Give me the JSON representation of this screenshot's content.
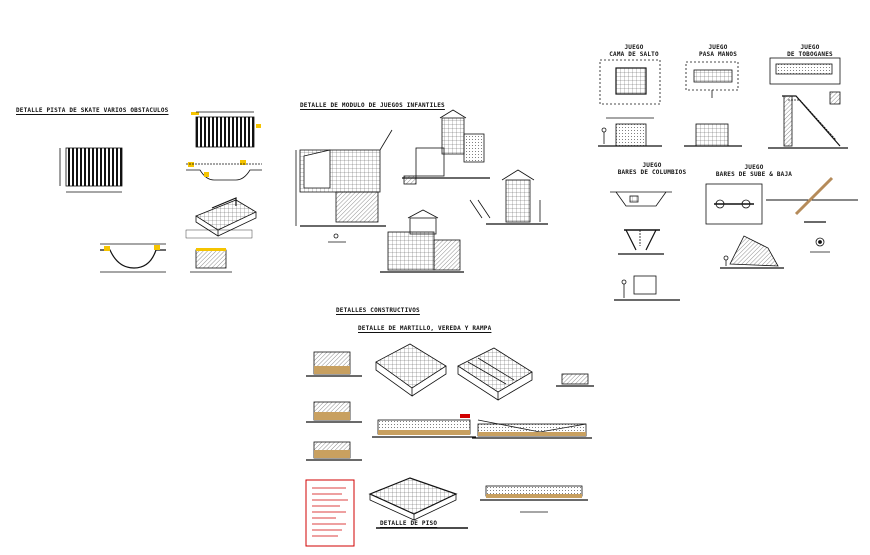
{
  "labels": {
    "pista_title": "DETALLE PISTA DE SKATE VARIOS OBSTACULOS",
    "modulo_title": "DETALLE DE MODULO DE JUEGOS INFANTILES",
    "constructivos_title": "DETALLES CONSTRUCTIVOS",
    "martillo_title": "DETALLE DE MARTILLO, VEREDA Y RAMPA",
    "piso_title": "DETALLE DE PISO",
    "cama_line1": "JUEGO",
    "cama_line2": "CAMA DE SALTO",
    "pasa_line1": "JUEGO",
    "pasa_line2": "PASA MANOS",
    "tobo_line1": "JUEGO",
    "tobo_line2": "DE TOBOGANES",
    "colum_line1": "JUEGO",
    "colum_line2": "BARES DE COLUMBIOS",
    "sube_line1": "JUEGO",
    "sube_line2": "BARES DE SUBE & BAJA"
  },
  "colors": {
    "line": "#111111",
    "accent_yellow": "#f5c400",
    "accent_red": "#d10000",
    "hatch": "#444444"
  }
}
